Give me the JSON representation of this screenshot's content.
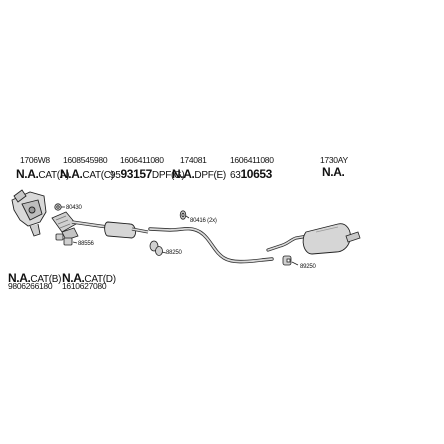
{
  "top_row": {
    "col1": {
      "part": "1706W8",
      "label": "N.A.",
      "suffix": "CAT(A)"
    },
    "col2": {
      "part": "1608545980",
      "label": "N.A.",
      "suffix": "CAT(C)"
    },
    "col3": {
      "part": "1606411080",
      "prefix": "95",
      "label": "93157",
      "suffix": "DPF(G)"
    },
    "col4": {
      "part": "174081",
      "label": "N.A.",
      "suffix": "DPF(E)"
    },
    "col5": {
      "part": "1606411080",
      "prefix": "63",
      "label": "10653"
    },
    "col6": {
      "part": "1730AY",
      "label": "N.A."
    }
  },
  "bottom_row": {
    "col1": {
      "label": "N.A.",
      "suffix": "CAT(B)",
      "part": "9806266180"
    },
    "col2": {
      "label": "N.A.",
      "suffix": "CAT(D)",
      "part": "1610627080"
    }
  },
  "callouts": {
    "c1": "80430",
    "c2": "88556",
    "c3": "80416 (2x)",
    "c4": "88250",
    "c5": "89250"
  }
}
